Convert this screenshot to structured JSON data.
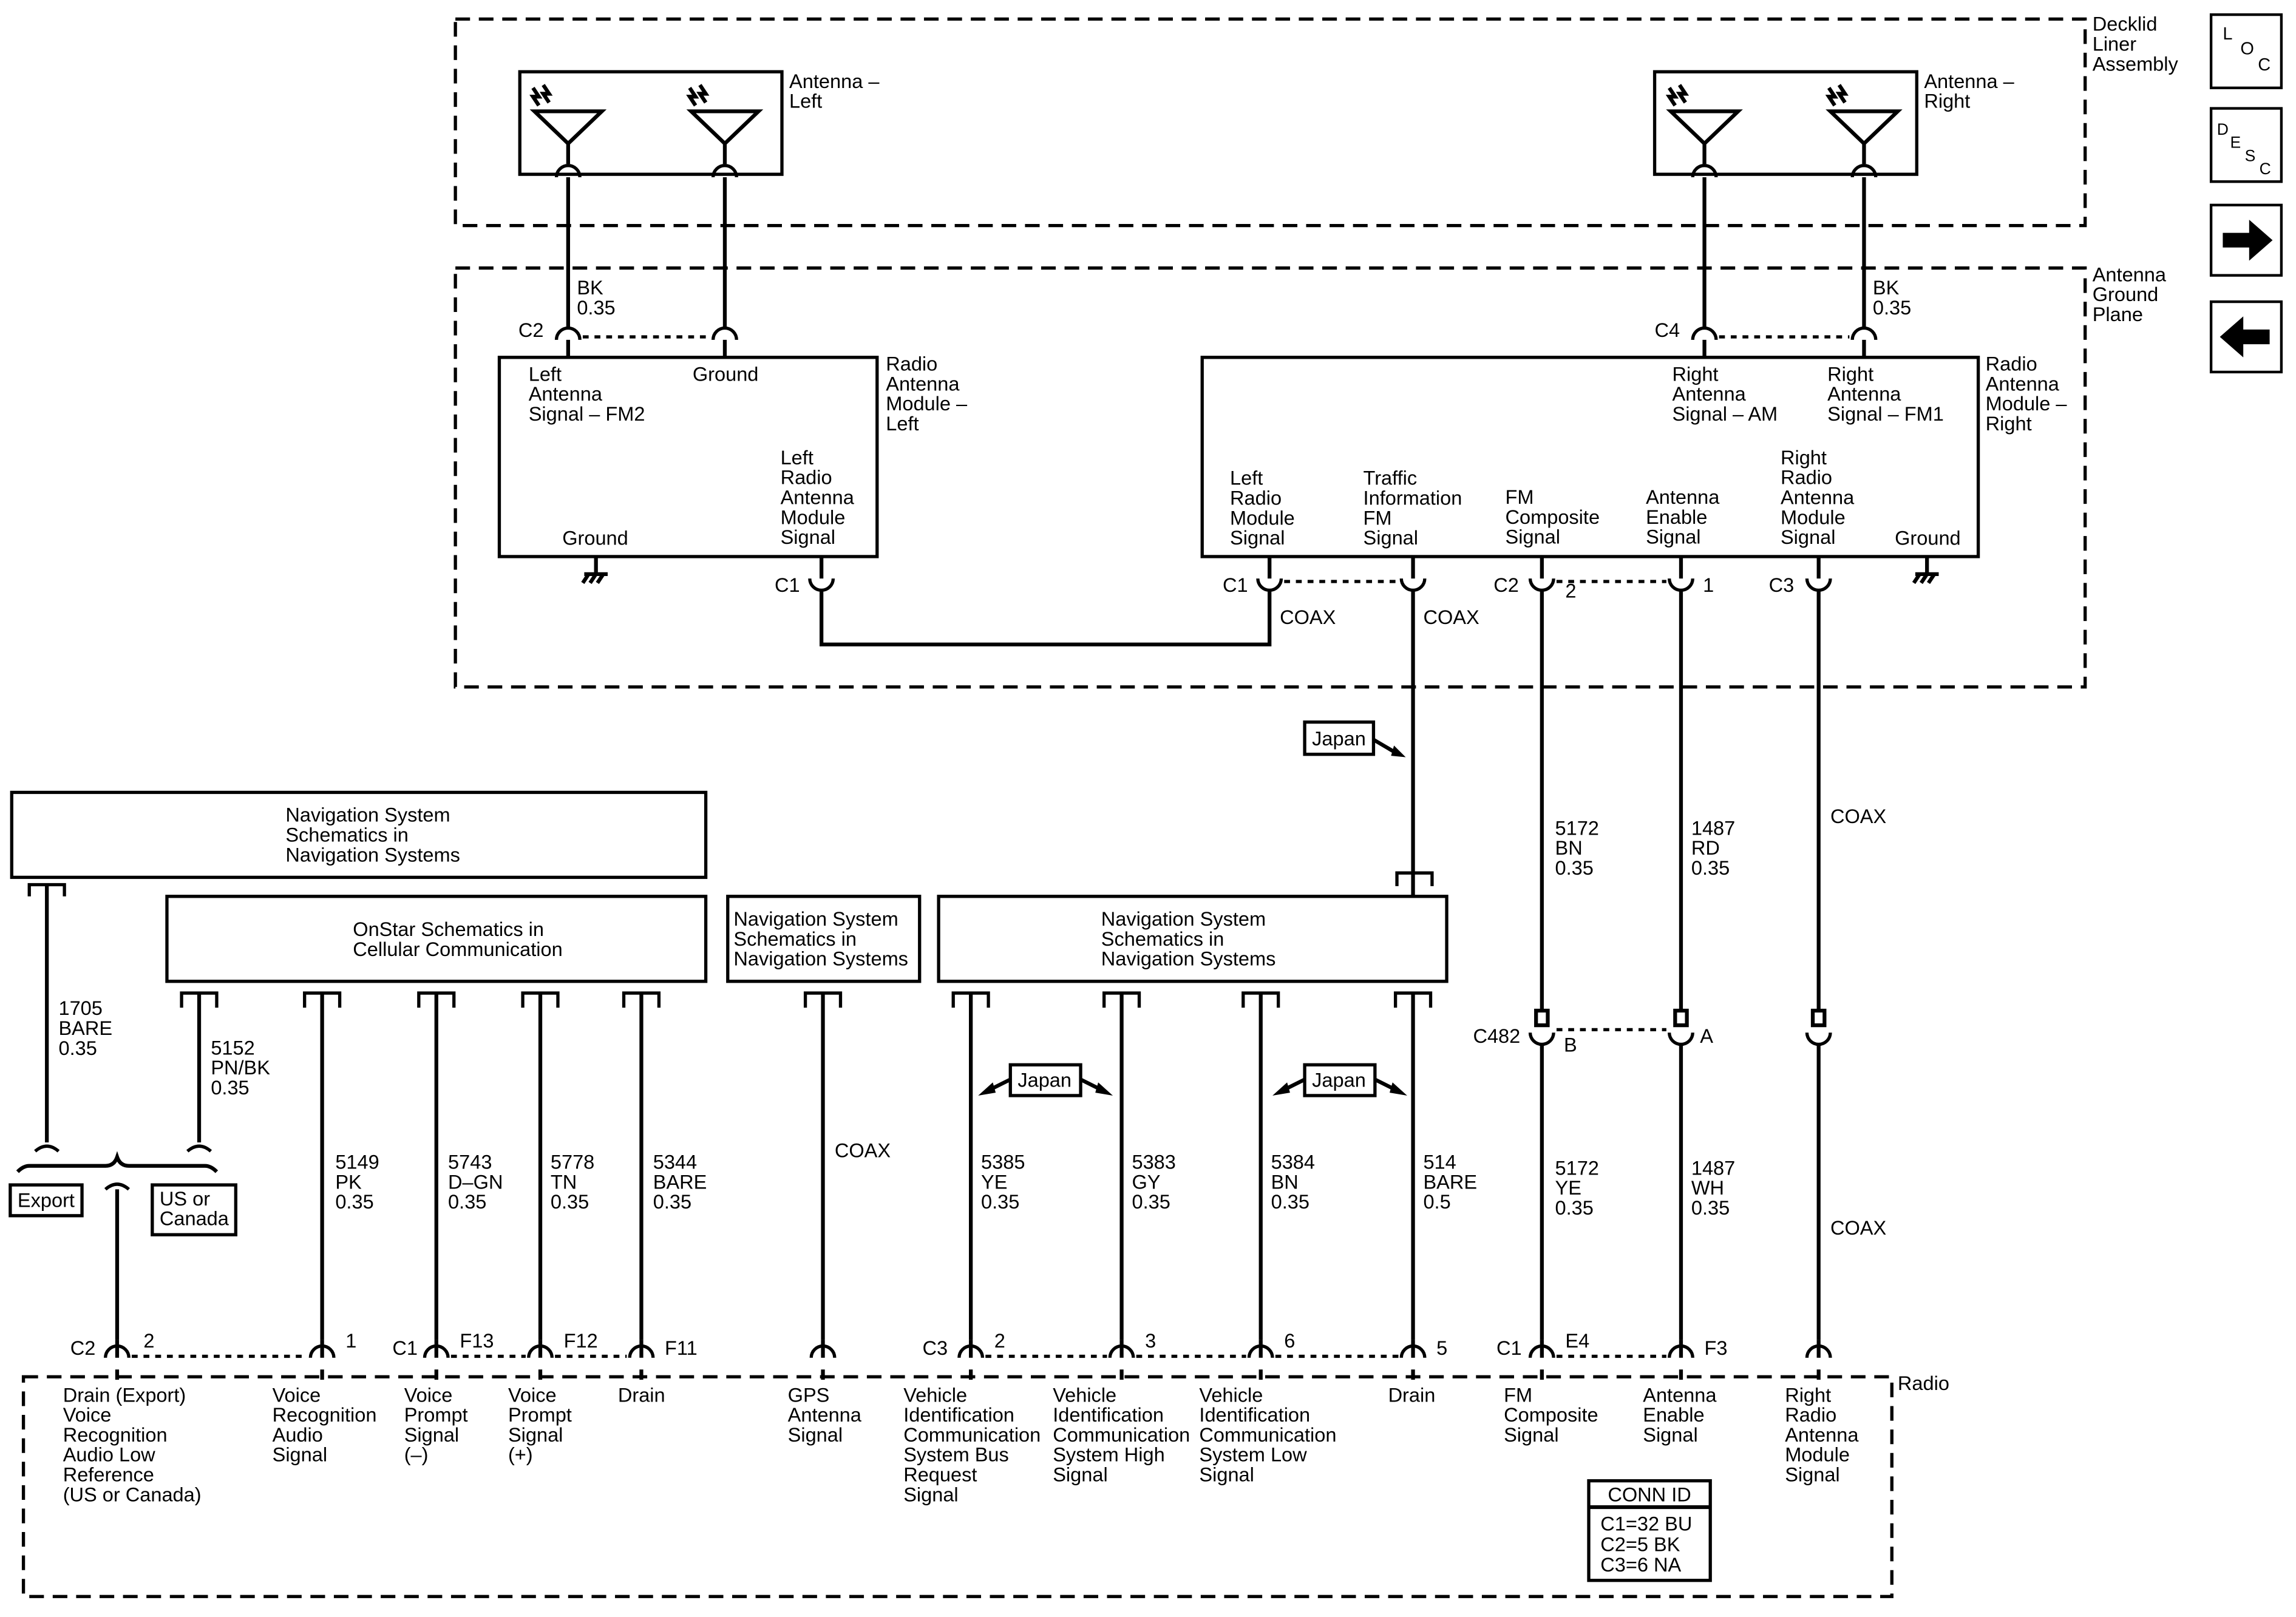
{
  "regions": {
    "decklid": "Decklid\nLiner\nAssembly",
    "ground_plane": "Antenna\nGround\nPlane",
    "radio": "Radio"
  },
  "nav": {
    "loc": "LOC",
    "desc": "DESC",
    "next_icon": "arrow-right-icon",
    "prev_icon": "arrow-left-icon"
  },
  "antennas": {
    "left": "Antenna –\nLeft",
    "right": "Antenna –\nRight"
  },
  "modules": {
    "left_title": "Radio\nAntenna\nModule –\nLeft",
    "left_fm2": "Left\nAntenna\nSignal – FM2",
    "left_ground_top": "Ground",
    "left_ground_bottom": "Ground",
    "left_module_signal": "Left\nRadio\nAntenna\nModule\nSignal",
    "right_title": "Radio\nAntenna\nModule –\nRight",
    "right_am": "Right\nAntenna\nSignal – AM",
    "right_fm1": "Right\nAntenna\nSignal – FM1",
    "right_left_radio": "Left\nRadio\nModule\nSignal",
    "right_traffic": "Traffic\nInformation\nFM\nSignal",
    "right_fm_composite": "FM\nComposite\nSignal",
    "right_enable": "Antenna\nEnable\nSignal",
    "right_module_signal": "Right\nRadio\nAntenna\nModule\nSignal",
    "right_ground": "Ground"
  },
  "ref_boxes": {
    "nav_top": "Navigation System\nSchematics in\nNavigation Systems",
    "onstar": "OnStar Schematics in\nCellular Communication",
    "nav_gps": "Navigation System\nSchematics in\nNavigation Systems",
    "nav_vic": "Navigation System\nSchematics in\nNavigation Systems"
  },
  "connectors": {
    "c2_top": "C2",
    "c4_top": "C4",
    "c1_left": "C1",
    "c1_right": "C1",
    "c2_right": "C2",
    "pin2": "2",
    "pin1": "1",
    "c3_right": "C3",
    "c482": "C482",
    "pin_b": "B",
    "pin_a": "A",
    "radio_c2": "C2",
    "radio_c2_p2": "2",
    "radio_c2_p1": "1",
    "radio_c1": "C1",
    "radio_f13": "F13",
    "radio_f12": "F12",
    "radio_f11": "F11",
    "radio_c3": "C3",
    "radio_c3_p2": "2",
    "radio_c3_p3": "3",
    "radio_c3_p6": "6",
    "radio_c3_p5": "5",
    "radio_c1b": "C1",
    "radio_e4": "E4",
    "radio_f3": "F3"
  },
  "wires": {
    "bk_left": "BK\n0.35",
    "bk_right": "BK\n0.35",
    "coax_a": "COAX",
    "coax_b": "COAX",
    "coax_right1": "COAX",
    "coax_right2": "COAX",
    "coax_gps": "COAX",
    "w1705": "1705\nBARE\n0.35",
    "w5152": "5152\nPN/BK\n0.35",
    "w5149": "5149\nPK\n0.35",
    "w5743": "5743\nD–GN\n0.35",
    "w5778": "5778\nTN\n0.35",
    "w5344": "5344\nBARE\n0.35",
    "w5385": "5385\nYE\n0.35",
    "w5383": "5383\nGY\n0.35",
    "w5384": "5384\nBN\n0.35",
    "w514": "514\nBARE\n0.5",
    "w5172bn": "5172\nBN\n0.35",
    "w1487rd": "1487\nRD\n0.35",
    "w5172ye": "5172\nYE\n0.35",
    "w1487wh": "1487\nWH\n0.35"
  },
  "options": {
    "japan1": "Japan",
    "japan2": "Japan",
    "japan3": "Japan",
    "export": "Export",
    "us_canada": "US or\nCanada"
  },
  "radio_pins": {
    "drain_export": "Drain (Export)\nVoice\nRecognition\nAudio Low\nReference\n(US or Canada)",
    "vr_audio": "Voice\nRecognition\nAudio\nSignal",
    "vp_minus": "Voice\nPrompt\nSignal\n(–)",
    "vp_plus": "Voice\nPrompt\nSignal\n(+)",
    "drain1": "Drain",
    "gps": "GPS\nAntenna\nSignal",
    "vic_bus": "Vehicle\nIdentification\nCommunication\nSystem Bus\nRequest\nSignal",
    "vic_high": "Vehicle\nIdentification\nCommunication\nSystem High\nSignal",
    "vic_low": "Vehicle\nIdentification\nCommunication\nSystem Low\nSignal",
    "drain2": "Drain",
    "fm_composite": "FM\nComposite\nSignal",
    "ant_enable": "Antenna\nEnable\nSignal",
    "right_module": "Right\nRadio\nAntenna\nModule\nSignal"
  },
  "conn_id": {
    "title": "CONN ID",
    "c1": "C1=32 BU",
    "c2": "C2=5 BK",
    "c3": "C3=6 NA"
  }
}
